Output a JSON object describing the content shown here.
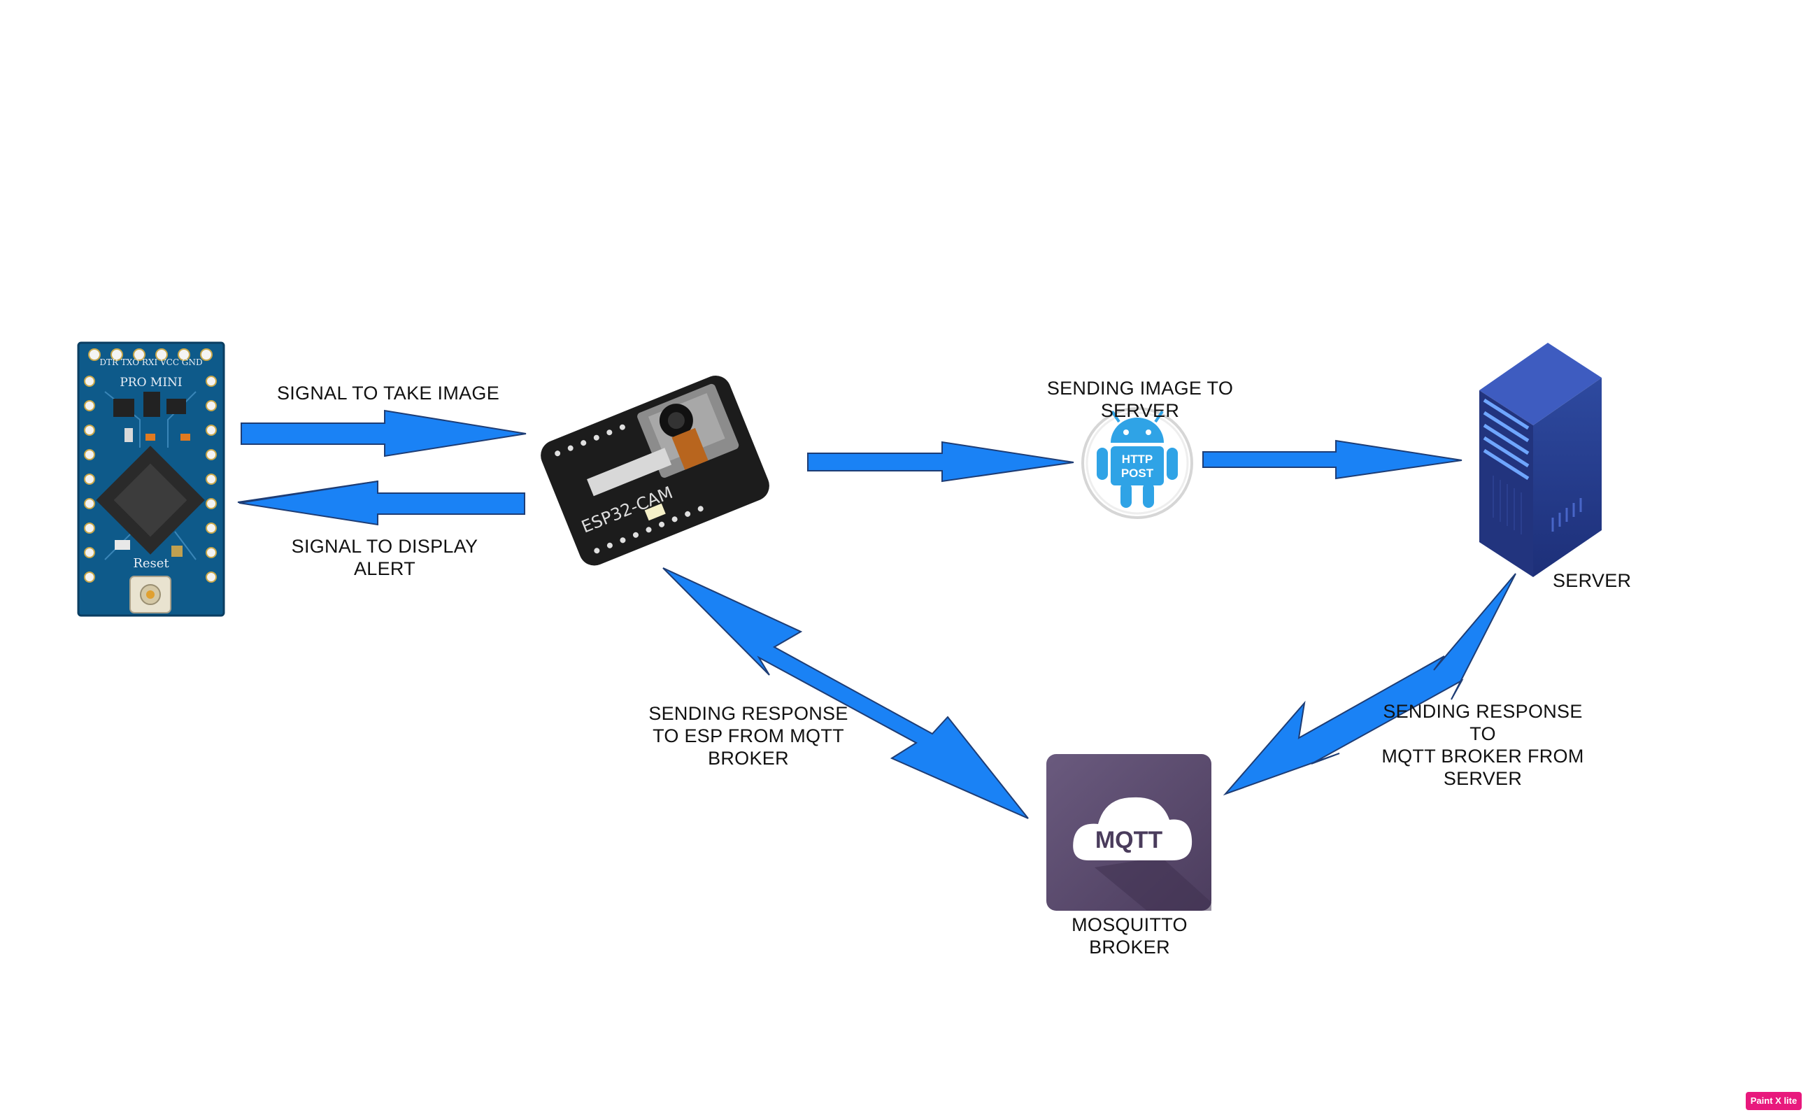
{
  "labels": {
    "signal_take_image": "SIGNAL TO TAKE IMAGE",
    "signal_display_alert": "SIGNAL TO DISPLAY ALERT",
    "sending_image": "SENDING IMAGE TO SERVER",
    "server": "SERVER",
    "response_to_esp": "SENDING RESPONSE\nTO ESP FROM MQTT\nBROKER",
    "response_to_broker": "SENDING RESPONSE TO\nMQTT BROKER FROM\nSERVER",
    "mosquitto": "MOSQUITTO\nBROKER"
  },
  "devices": {
    "arduino_top_pins": "DTR TXO RXI VCC GND",
    "arduino_title": "PRO MINI",
    "arduino_reset": "Reset",
    "esp32_name": "ESP32-CAM",
    "http_line1": "HTTP",
    "http_line2": "POST",
    "mqtt_logo": "MQTT"
  },
  "watermark": "Paint X lite",
  "colors": {
    "arrow_blue": "#1a82f5",
    "arrow_outline": "#1e3d75",
    "board_blue": "#0e5a8a",
    "server_blue": "#2b3f8f",
    "mqtt_purple": "#5b4a6e",
    "android_blue": "#2fa3e6"
  }
}
